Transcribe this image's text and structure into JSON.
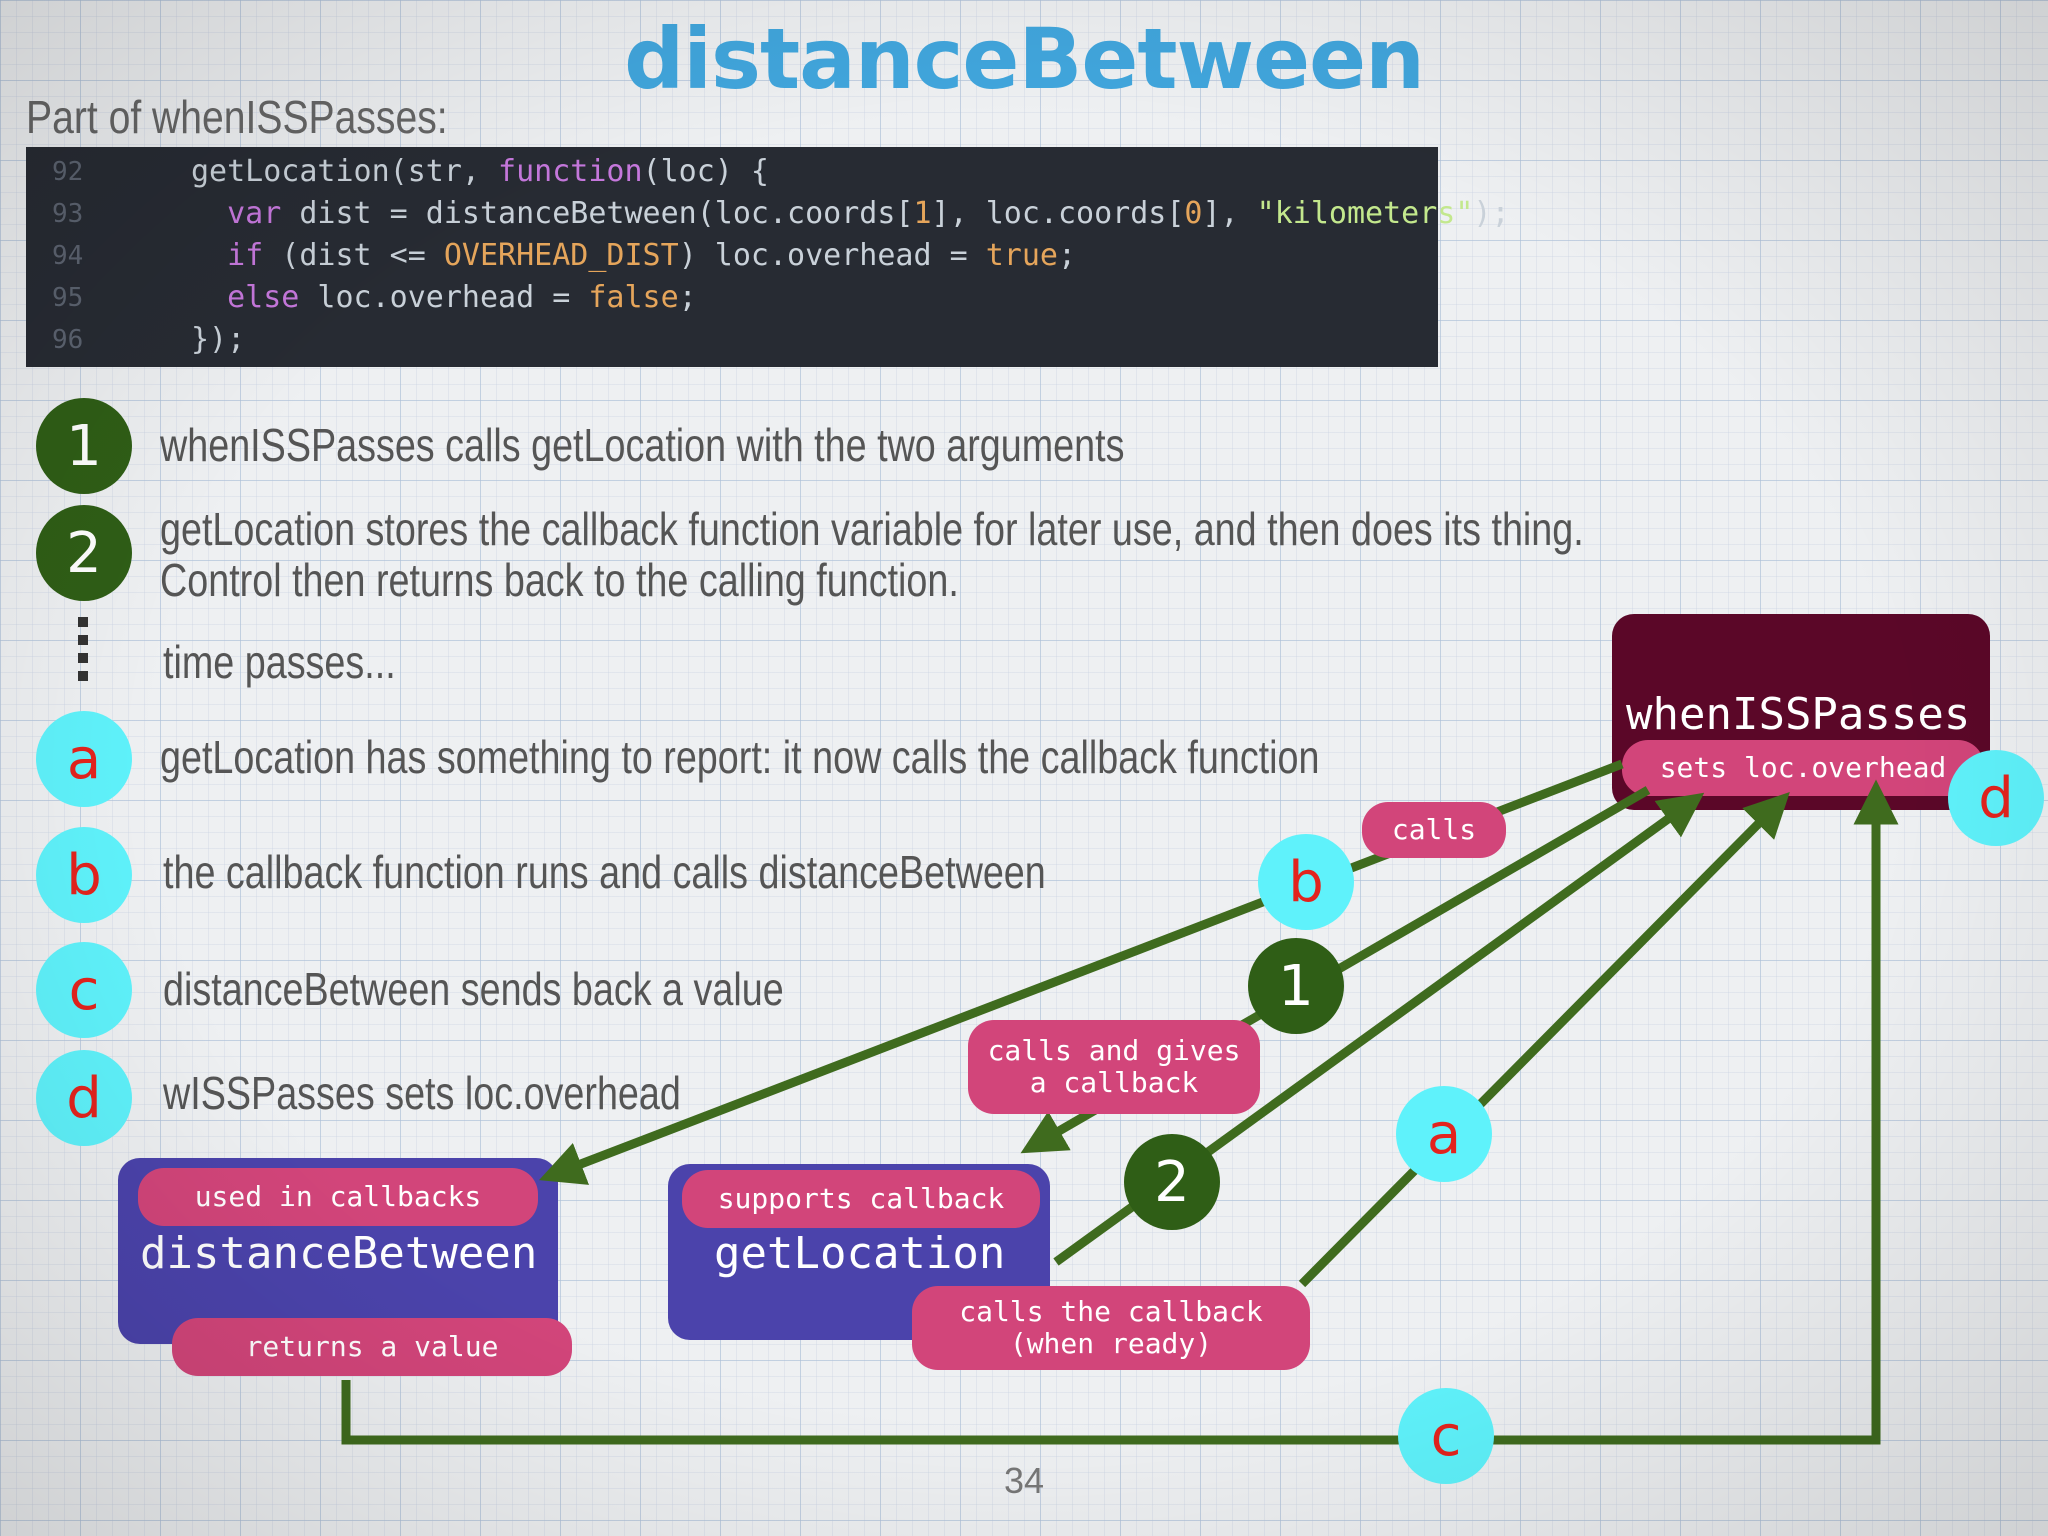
{
  "title": "distanceBetween",
  "subtitle": "Part of whenISSPasses:",
  "code": {
    "lines": [
      {
        "num": "92",
        "parts": [
          {
            "t": "getLocation(str, ",
            "c": ""
          },
          {
            "t": "function",
            "c": "kw"
          },
          {
            "t": "(loc) {",
            "c": ""
          }
        ]
      },
      {
        "num": "93",
        "parts": [
          {
            "t": "  ",
            "c": ""
          },
          {
            "t": "var",
            "c": "kw"
          },
          {
            "t": " dist = distanceBetween(loc.coords[",
            "c": ""
          },
          {
            "t": "1",
            "c": "num"
          },
          {
            "t": "], loc.coords[",
            "c": ""
          },
          {
            "t": "0",
            "c": "num"
          },
          {
            "t": "], ",
            "c": ""
          },
          {
            "t": "\"kilometers\"",
            "c": "str"
          },
          {
            "t": ");",
            "c": ""
          }
        ]
      },
      {
        "num": "94",
        "parts": [
          {
            "t": "  ",
            "c": ""
          },
          {
            "t": "if",
            "c": "kw"
          },
          {
            "t": " (dist <= ",
            "c": ""
          },
          {
            "t": "OVERHEAD_DIST",
            "c": "const"
          },
          {
            "t": ") loc.overhead = ",
            "c": ""
          },
          {
            "t": "true",
            "c": "lit"
          },
          {
            "t": ";",
            "c": ""
          }
        ]
      },
      {
        "num": "95",
        "parts": [
          {
            "t": "  ",
            "c": ""
          },
          {
            "t": "else",
            "c": "kw"
          },
          {
            "t": " loc.overhead = ",
            "c": ""
          },
          {
            "t": "false",
            "c": "lit"
          },
          {
            "t": ";",
            "c": ""
          }
        ]
      },
      {
        "num": "96",
        "parts": [
          {
            "t": "});",
            "c": ""
          }
        ]
      }
    ]
  },
  "steps": {
    "s1": {
      "label": "1",
      "text": "whenISSPasses calls getLocation with the two arguments"
    },
    "s2": {
      "label": "2",
      "text1": "getLocation stores the callback function variable for later use, and then does its thing.",
      "text2": "Control then returns back to the calling function."
    },
    "time": {
      "text": "time passes..."
    },
    "sa": {
      "label": "a",
      "text": "getLocation has something to report: it now calls the callback function"
    },
    "sb": {
      "label": "b",
      "text": "the callback function runs and calls distanceBetween"
    },
    "sc": {
      "label": "c",
      "text": "distanceBetween sends back a value"
    },
    "sd": {
      "label": "d",
      "text": "wISSPasses sets loc.overhead"
    }
  },
  "nodes": {
    "when": {
      "title": "whenISSPasses",
      "pill": "sets loc.overhead",
      "color": "#5b0728"
    },
    "getloc": {
      "title": "getLocation",
      "pill_top": "supports callback",
      "pill_bottom_1": "calls the callback",
      "pill_bottom_2": "(when ready)",
      "color": "#4b43ab"
    },
    "dist": {
      "title": "distanceBetween",
      "pill_top": "used in callbacks",
      "pill_bottom": "returns a value",
      "color": "#4b43ab"
    }
  },
  "edge_labels": {
    "calls": "calls",
    "calls_gives_1": "calls and gives",
    "calls_gives_2": "a callback"
  },
  "diagram_markers": {
    "m1": "1",
    "m2": "2",
    "ma": "a",
    "mb": "b",
    "mc": "c",
    "md": "d"
  },
  "colors": {
    "title": "#41a6dd",
    "green": "#2f5e16",
    "cyan": "#5ff2fb",
    "red_text": "#e3231d",
    "pill": "#d2457a",
    "arrow": "#3f6b1e"
  },
  "page_number": "34"
}
